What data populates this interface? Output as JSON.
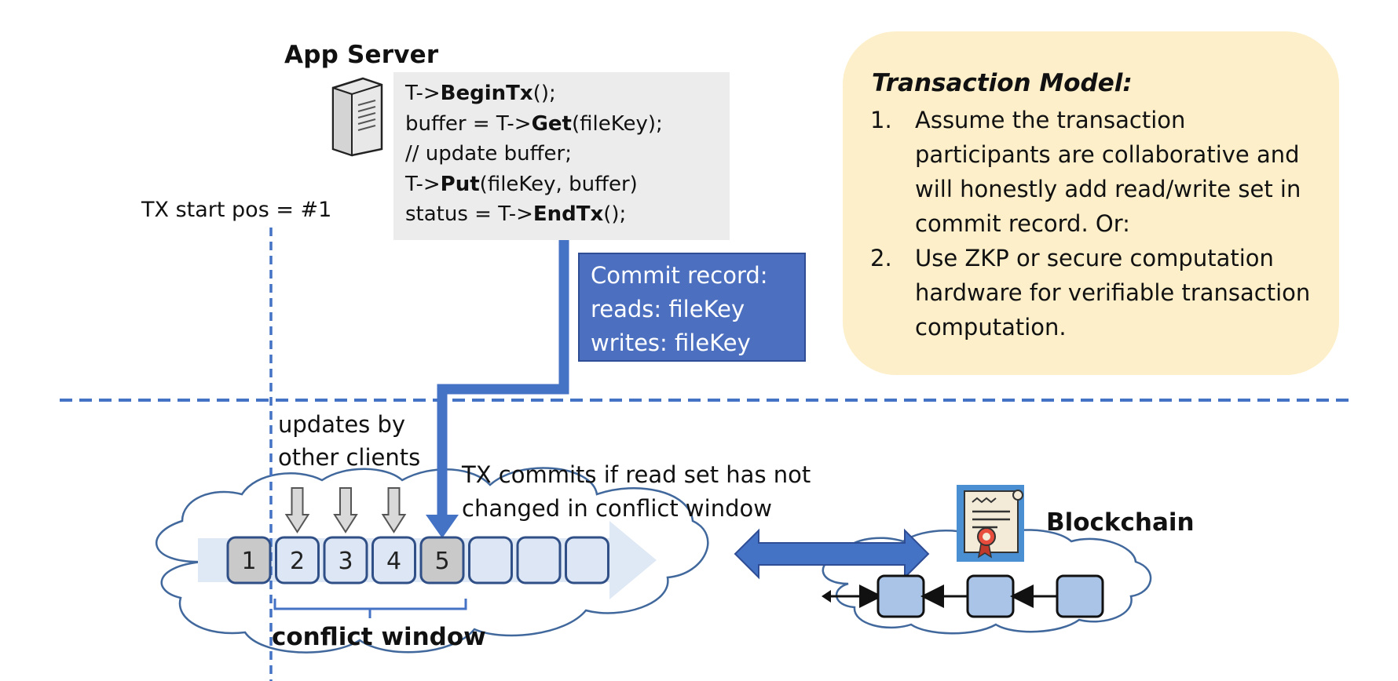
{
  "app_server": {
    "title": "App Server",
    "code": [
      {
        "pre": "T->",
        "bold": "BeginTx",
        "post": "();"
      },
      {
        "pre": "buffer = T->",
        "bold": "Get",
        "post": "(fileKey);"
      },
      {
        "pre": "// update buffer;",
        "bold": "",
        "post": ""
      },
      {
        "pre": "T->",
        "bold": "Put",
        "post": "(fileKey, buffer)"
      },
      {
        "pre": "status = T->",
        "bold": "EndTx",
        "post": "();"
      }
    ]
  },
  "tx_start": "TX start pos = #1",
  "commit_record": {
    "lines": [
      "Commit record:",
      "reads: fileKey",
      "writes: fileKey"
    ]
  },
  "transaction_model": {
    "title": "Transaction Model:",
    "items": [
      {
        "num": "1.",
        "text": "Assume the transaction participants are collaborative and will honestly add read/write set in commit record.  Or:"
      },
      {
        "num": "2.",
        "text": "Use ZKP or secure computation hardware for verifiable transaction computation."
      }
    ]
  },
  "log": {
    "updates_label": [
      "updates by",
      "other clients"
    ],
    "commit_note": [
      "TX commits if read set has not",
      "changed in conflict window"
    ],
    "slots": [
      {
        "label": "1",
        "state": "committed"
      },
      {
        "label": "2",
        "state": "update"
      },
      {
        "label": "3",
        "state": "update"
      },
      {
        "label": "4",
        "state": "update"
      },
      {
        "label": "5",
        "state": "committed"
      },
      {
        "label": "",
        "state": "empty"
      },
      {
        "label": "",
        "state": "empty"
      },
      {
        "label": "",
        "state": "empty"
      }
    ],
    "conflict_window_label": "conflict window"
  },
  "blockchain": {
    "label": "Blockchain",
    "block_count": 3
  },
  "colors": {
    "accent_blue": "#4472c4",
    "commit_fill": "#4c6fbf",
    "slot_gray": "#c9c9c9",
    "slot_light": "#dce6f4",
    "model_bg": "#fcefc9",
    "code_bg": "#ececec"
  }
}
